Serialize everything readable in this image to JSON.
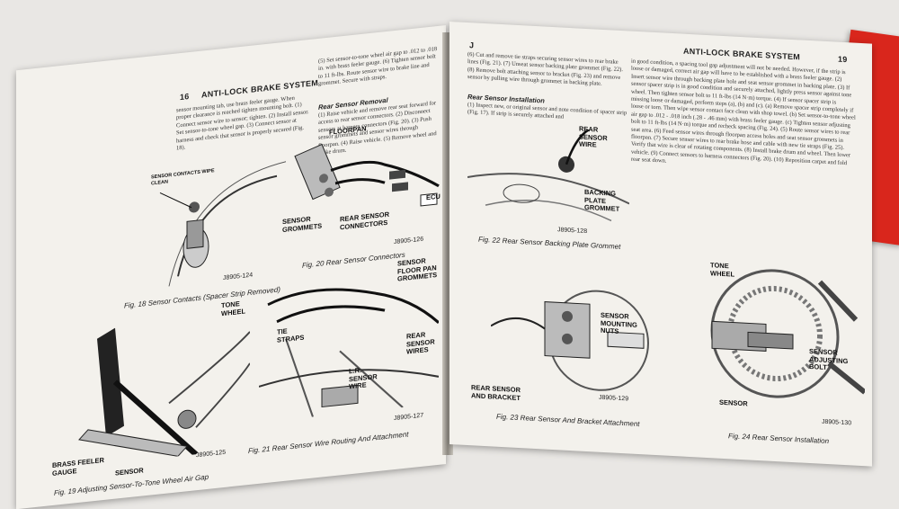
{
  "left_page": {
    "page_number": "16",
    "header": "ANTI-LOCK BRAKE SYSTEM",
    "text_col1": "sensor mounting tab, use brass feeler gauge. When proper clearance is reached tighten mounting bolt. (1) Connect sensor wire to sensor; tighten. (2) Install sensor. Set sensor-to-tone wheel gap. (3) Connect sensor at harness and check that sensor is properly secured (Fig. 18).",
    "text_col2": "(5) Set sensor-to-tone wheel air gap to .012 to .018 in. with brass feeler gauge. (6) Tighten sensor bolt to 11 ft-lbs. Route sensor wire to brake line and grommet. Secure with straps.",
    "section_header": "Rear Sensor Removal",
    "text_col2b": "(1) Raise vehicle and remove rear seat forward for access to rear sensor connectors. (2) Disconnect sensors at harness connectors (Fig. 20). (3) Push sensor grommets and sensor wires through floorpan. (4) Raise vehicle. (5) Remove wheel and brake drum.",
    "figures": {
      "fig18": {
        "caption": "Fig. 18 Sensor Contacts (Spacer Strip Removed)",
        "code": "J8905-124",
        "label": "SENSOR CONTACTS WIPE CLEAN"
      },
      "fig19": {
        "caption": "Fig. 19 Adjusting Sensor-To-Tone Wheel Air Gap",
        "code": "J8905-125",
        "labels": [
          "TONE WHEEL",
          "BRASS FEELER GAUGE",
          "SENSOR"
        ]
      },
      "fig20": {
        "caption": "Fig. 20 Rear Sensor Connectors",
        "code": "J8905-126",
        "labels": [
          "FLOORPAN",
          "SENSOR GROMMETS",
          "REAR SENSOR CONNECTORS",
          "ECU"
        ]
      },
      "fig21": {
        "caption": "Fig. 21 Rear Sensor Wire Routing And Attachment",
        "code": "J8905-127",
        "labels": [
          "SENSOR FLOOR PAN GROMMETS",
          "TIE STRAPS",
          "REAR SENSOR WIRES",
          "L.R. SENSOR WIRE"
        ]
      }
    }
  },
  "right_page": {
    "page_left_marker": "J",
    "header": "ANTI-LOCK BRAKE SYSTEM",
    "page_number": "19",
    "text_col1": "(6) Cut and remove tie straps securing sensor wires to rear brake lines (Fig. 21). (7) Unseat sensor backing plate grommet (Fig. 22). (8) Remove bolt attaching sensor to bracket (Fig. 23) and remove sensor by pulling wire through grommet in backing plate.",
    "section_header": "Rear Sensor Installation",
    "text_col1b": "(1) Inspect new, or original sensor and note condition of spacer strip (Fig. 17). If strip is securely attached and",
    "text_col2": "in good condition, a spacing tool gap adjustment will not be needed. However, if the strip is loose or damaged, correct air gap will have to be established with a brass feeler gauge. (2) Insert sensor wire through backing plate hole and seat sensor grommet in backing plate. (3) If sensor spacer strip is in good condition and securely attached, lightly press sensor against tone wheel. Then tighten sensor bolt to 11 ft-lbs (14 N·m) torque. (4) If sensor spacer strip is missing loose or damaged, perform steps (a), (b) and (c). (a) Remove spacer strip completely if loose or torn. Then wipe sensor contact face clean with shop towel. (b) Set sensor-to-tone wheel air gap to .012 - .018 inch (.28 - .46 mm) with brass feeler gauge. (c) Tighten sensor adjusting bolt to 11 ft-lbs (14 N·m) torque and recheck spacing (Fig. 24). (5) Route sensor wires to rear seat area. (6) Feed sensor wires through floorpan access holes and seat sensor grommets in floorpan. (7) Secure sensor wires to rear brake hose and cable with new tie straps (Fig. 25). Verify that wire is clear of rotating components. (8) Install brake drum and wheel. Then lower vehicle. (9) Connect sensors to harness connectors (Fig. 20). (10) Reposition carpet and fold rear seat down.",
    "figures": {
      "fig22": {
        "caption": "Fig. 22 Rear Sensor Backing Plate Grommet",
        "code": "J8905-128",
        "labels": [
          "REAR SENSOR WIRE",
          "BACKING PLATE GROMMET"
        ]
      },
      "fig23": {
        "caption": "Fig. 23 Rear Sensor And Bracket Attachment",
        "code": "J8905-129",
        "labels": [
          "SENSOR MOUNTING NUTS",
          "REAR SENSOR AND BRACKET"
        ]
      },
      "fig24": {
        "caption": "Fig. 24 Rear Sensor Installation",
        "code": "J8905-130",
        "labels": [
          "TONE WHEEL",
          "SENSOR ADJUSTING BOLT",
          "SENSOR"
        ]
      }
    }
  }
}
